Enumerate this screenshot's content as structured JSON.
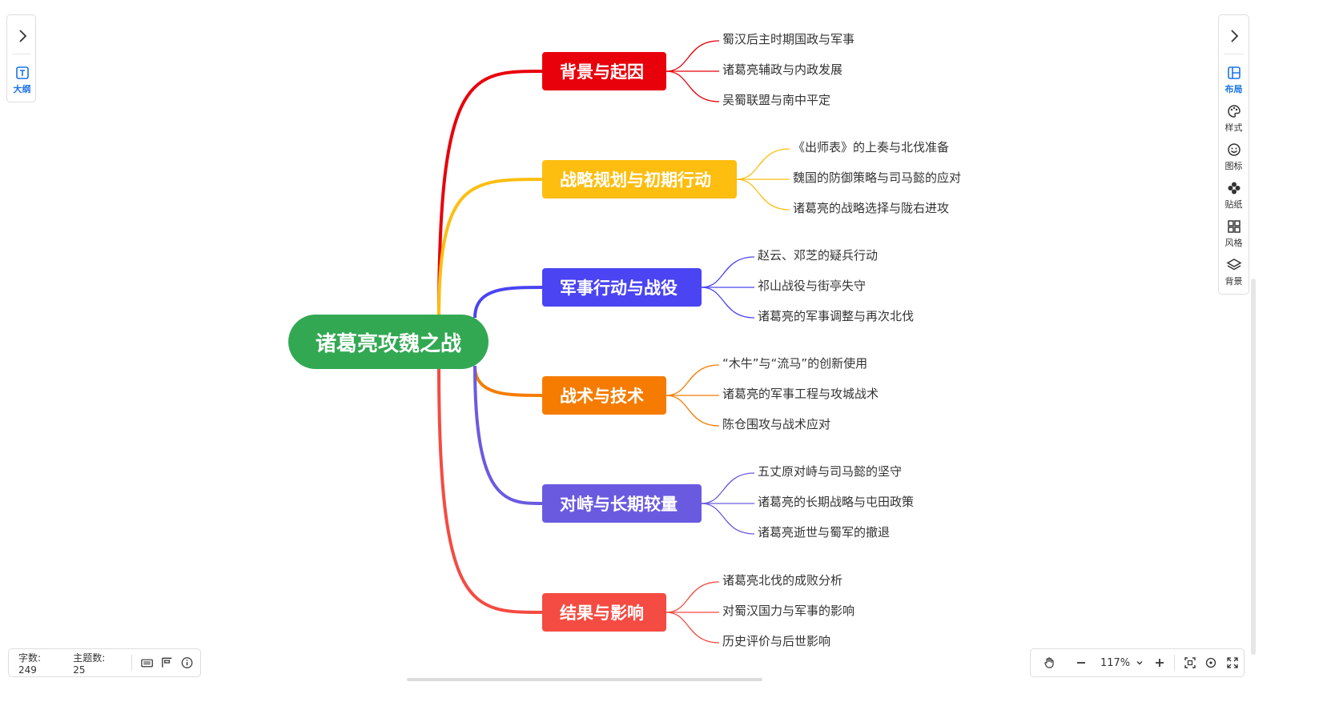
{
  "mindmap": {
    "root": {
      "label": "诸葛亮攻魏之战",
      "color": "#33a853"
    },
    "branches": [
      {
        "label": "背景与起因",
        "color": "#e8000b",
        "children": [
          "蜀汉后主时期国政与军事",
          "诸葛亮辅政与内政发展",
          "吴蜀联盟与南中平定"
        ]
      },
      {
        "label": "战略规划与初期行动",
        "color": "#fdbe10",
        "children": [
          "《出师表》的上奏与北伐准备",
          "魏国的防御策略与司马懿的应对",
          "诸葛亮的战略选择与陇右进攻"
        ]
      },
      {
        "label": "军事行动与战役",
        "color": "#4a44f2",
        "children": [
          "赵云、邓芝的疑兵行动",
          "祁山战役与街亭失守",
          "诸葛亮的军事调整与再次北伐"
        ]
      },
      {
        "label": "战术与技术",
        "color": "#f57c00",
        "children": [
          "“木牛”与“流马”的创新使用",
          "诸葛亮的军事工程与攻城战术",
          "陈仓围攻与战术应对"
        ]
      },
      {
        "label": "对峙与长期较量",
        "color": "#6a5ae0",
        "children": [
          "五丈原对峙与司马懿的坚守",
          "诸葛亮的长期战略与屯田政策",
          "诸葛亮逝世与蜀军的撤退"
        ]
      },
      {
        "label": "结果与影响",
        "color": "#f44b42",
        "children": [
          "诸葛亮北伐的成败分析",
          "对蜀汉国力与军事的影响",
          "历史评价与后世影响"
        ]
      }
    ]
  },
  "left_panel": {
    "outline_label": "大纲"
  },
  "right_panel": {
    "tools": [
      {
        "label": "布局",
        "icon": "layout-icon",
        "active": true
      },
      {
        "label": "样式",
        "icon": "palette-icon",
        "active": false
      },
      {
        "label": "图标",
        "icon": "smiley-icon",
        "active": false
      },
      {
        "label": "贴纸",
        "icon": "sticker-icon",
        "active": false
      },
      {
        "label": "风格",
        "icon": "grid-style-icon",
        "active": false
      },
      {
        "label": "背景",
        "icon": "layers-icon",
        "active": false
      }
    ]
  },
  "status": {
    "word_count": "字数: 249",
    "topic_count": "主题数: 25"
  },
  "zoom": {
    "level": "117%"
  },
  "colors": {
    "accent": "#1a73e8"
  }
}
